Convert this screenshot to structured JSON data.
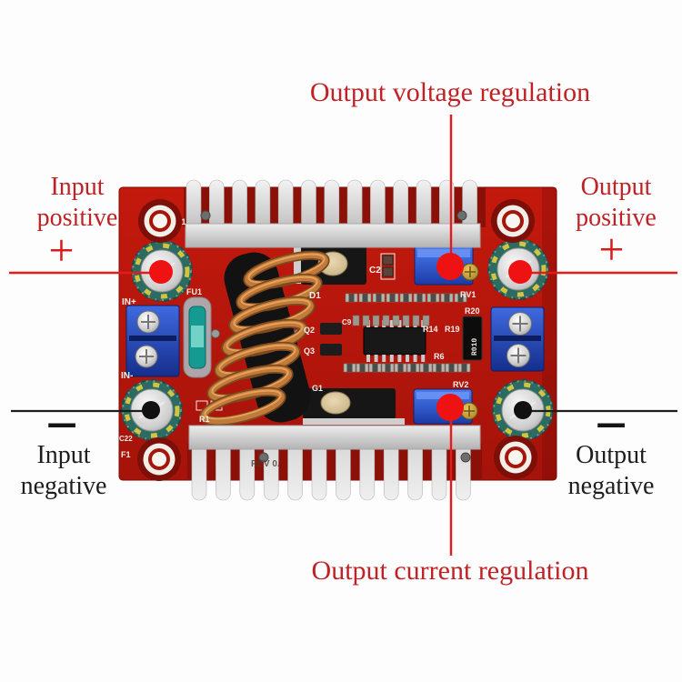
{
  "annotations": {
    "output_voltage": "Output voltage regulation",
    "output_current": "Output current regulation",
    "input_positive": {
      "line1": "Input",
      "line2": "positive",
      "symbol": "+"
    },
    "output_positive": {
      "line1": "Output",
      "line2": "positive",
      "symbol": "+"
    },
    "input_negative": {
      "line1": "Input",
      "line2": "negative",
      "symbol": "−"
    },
    "output_negative": {
      "line1": "Output",
      "line2": "negative",
      "symbol": "−"
    }
  },
  "board": {
    "silkscreen": {
      "in_plus": "IN+",
      "in_minus": "IN-",
      "fu1": "FU1",
      "f1_top": "F1",
      "f1_bottom": "F1",
      "c2": "C2",
      "d1": "D1",
      "rv1": "RV1",
      "rv2": "RV2",
      "r20": "R20",
      "r14": "R14",
      "r19": "R19",
      "r6": "R6",
      "q2": "Q2",
      "q3": "Q3",
      "g1": "G1",
      "c9": "C9",
      "r1": "R1",
      "c22": "C22",
      "shunt": "R010",
      "rev": "REV 0."
    }
  },
  "colors": {
    "annotation_red": "#c02125",
    "annotation_black": "#1d1d1d",
    "line_red": "#e51a1a",
    "line_black": "#1d1d1d",
    "pcb_red": "#bb170c",
    "heatsink_silver": "#d9d9d9",
    "washer_teal": "#2b6b61",
    "terminal_blue": "#2a55cf",
    "copper": "#c07a3a"
  }
}
